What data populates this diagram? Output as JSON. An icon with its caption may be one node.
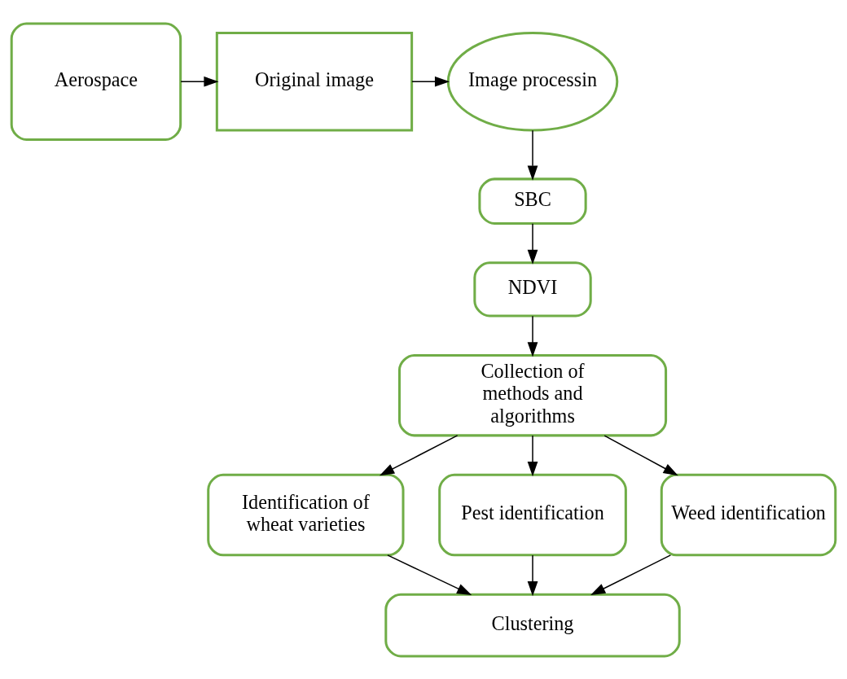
{
  "diagram": {
    "nodes": [
      {
        "text": [
          "Aerospace"
        ]
      },
      {
        "text": [
          "Original image"
        ]
      },
      {
        "text": [
          "Image processin"
        ]
      },
      {
        "text": [
          "SBC"
        ]
      },
      {
        "text": [
          "NDVI"
        ]
      },
      {
        "text": [
          "Collection of methods and algorithms"
        ]
      },
      {
        "text": [
          "Identification of wheat varieties"
        ]
      },
      {
        "text": [
          "Pest identification"
        ]
      },
      {
        "text": [
          "Weed identification"
        ]
      },
      {
        "text": [
          "Clustering"
        ]
      }
    ],
    "edges": [
      {
        "from": 0,
        "to": 1,
        "arrow": "to"
      },
      {
        "from": 1,
        "to": 2,
        "arrow": "to"
      },
      {
        "from": 2,
        "to": 3,
        "arrow": "to"
      },
      {
        "from": 3,
        "to": 4,
        "arrow": "to"
      },
      {
        "from": 4,
        "to": 5,
        "arrow": "to"
      },
      {
        "from": 5,
        "to": 6,
        "arrow": "to"
      },
      {
        "from": 5,
        "to": 7,
        "arrow": "to"
      },
      {
        "from": 5,
        "to": 8,
        "arrow": "to"
      },
      {
        "from": 6,
        "to": 9,
        "arrow": "to"
      },
      {
        "from": 7,
        "to": 9,
        "arrow": "to"
      },
      {
        "from": 8,
        "to": 9,
        "arrow": "to"
      }
    ]
  }
}
